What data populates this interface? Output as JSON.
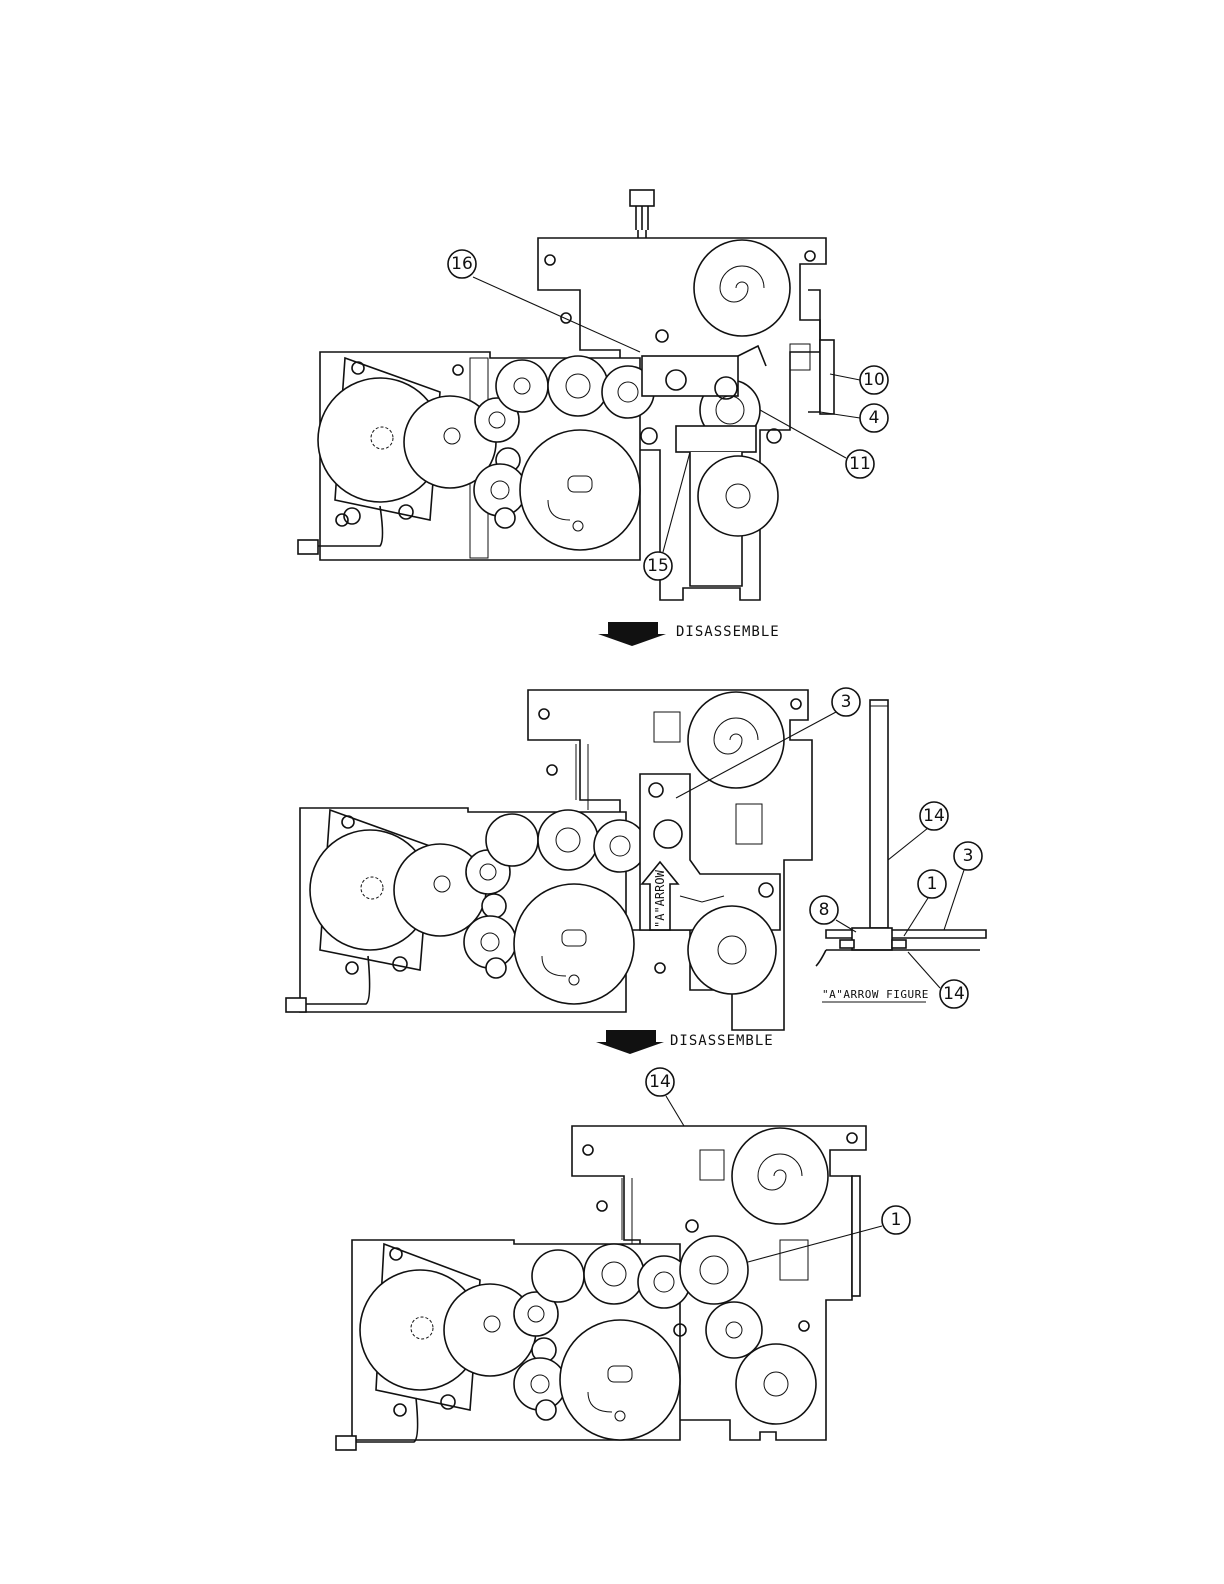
{
  "steps": [
    {
      "label": "DISASSEMBLE"
    },
    {
      "label": "DISASSEMBLE"
    }
  ],
  "views": {
    "view1": {
      "callouts": [
        "16",
        "10",
        "4",
        "11",
        "15"
      ]
    },
    "view2": {
      "callouts": [
        "3"
      ],
      "arrow_text": "\"A\"ARROW"
    },
    "detail": {
      "caption": "\"A\"ARROW FIGURE",
      "callouts": [
        "14",
        "3",
        "1",
        "8",
        "14"
      ]
    },
    "view3": {
      "callouts": [
        "14",
        "1"
      ]
    }
  }
}
